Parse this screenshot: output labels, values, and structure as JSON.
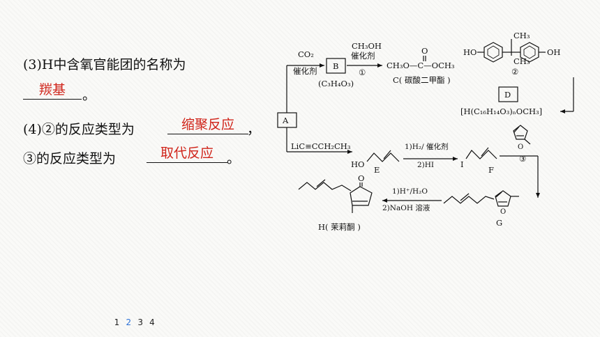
{
  "questions": {
    "q3_text": "(3)H中含氧官能团的名称为",
    "q3_answer": "羰基",
    "q3_tail": "。",
    "q4_text": "(4)②的反应类型为",
    "q4_answer": "缩聚反应",
    "q4_tail": "，",
    "q5_text": "③的反应类型为",
    "q5_answer": "取代反应",
    "q5_tail": "。"
  },
  "scheme": {
    "co2": "CO₂",
    "cat1": "催化剂",
    "box_b": "B",
    "b_formula": "(C₃H₄O₃)",
    "ch3oh": "CH₃OH",
    "cat2": "催化剂",
    "step1": "①",
    "c_left": "CH₃O—C—OCH₃",
    "c_o": "O",
    "c_name": "C( 碳酸二甲酯 )",
    "bpa_ho_left": "HO",
    "bpa_oh_right": "OH",
    "bpa_ch3_top": "CH₃",
    "bpa_ch3_bot": "CH₃",
    "step2": "②",
    "box_d": "D",
    "d_formula": "[H(C₁₆H₁₄O₃)ₙOCH₃]",
    "box_a": "A",
    "reagent_a": "LiC≡CCH₂CH₃",
    "e_ho": "HO",
    "e_label": "E",
    "reag_ef_1": "1)H₂/ 催化剂",
    "reag_ef_2": "2)HI",
    "f_i": "I",
    "f_label": "F",
    "furan_o": "O",
    "step3": "③",
    "reag_gh_1": "1)H⁺/H₂O",
    "reag_gh_2": "2)NaOH 溶液",
    "g_o": "O",
    "g_label": "G",
    "h_o": "O",
    "h_label": "H( 茉莉酮 )"
  },
  "pager": {
    "pages": [
      "1",
      "2",
      "3",
      "4"
    ],
    "active": "2"
  }
}
